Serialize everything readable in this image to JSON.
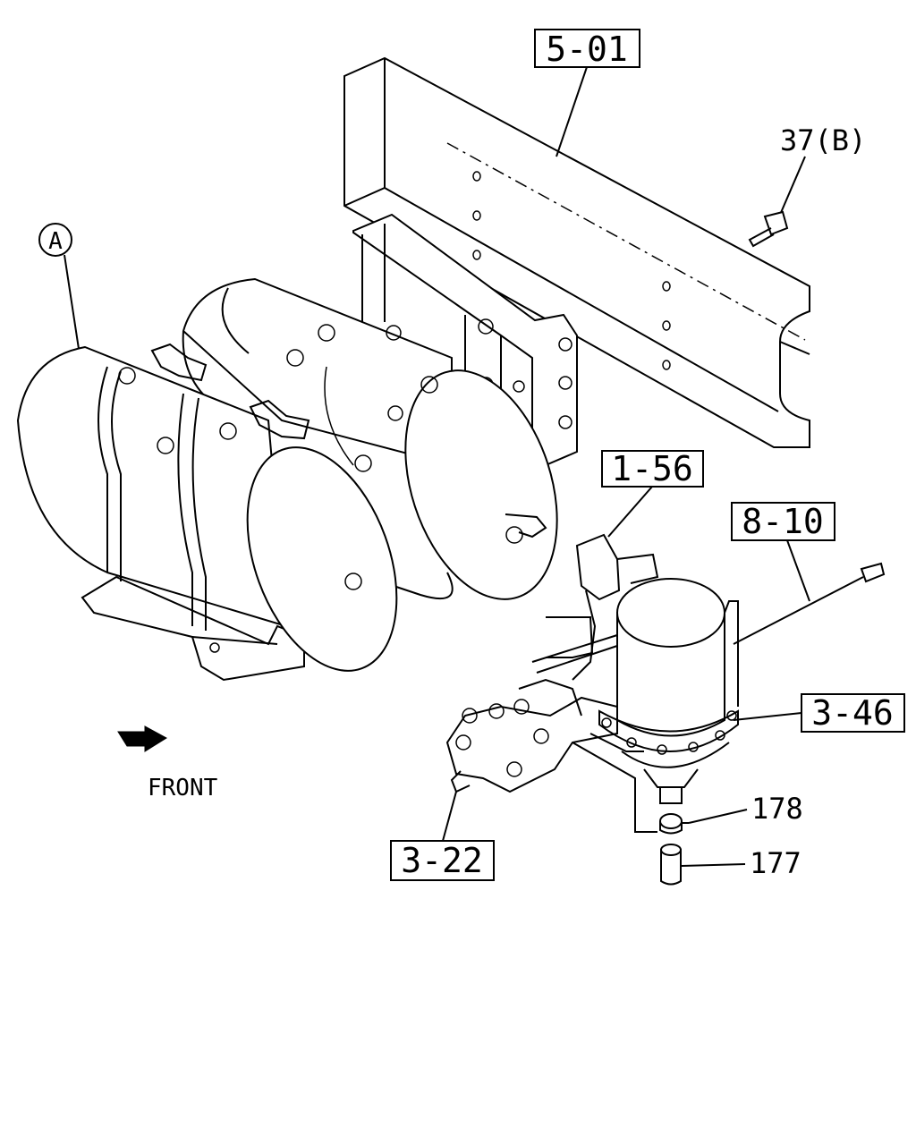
{
  "callouts": {
    "frame": "5-01",
    "bolt": "37(B)",
    "circle": "A",
    "valve": "1-56",
    "harness": "8-10",
    "dryer": "3-46",
    "fitting_178": "178",
    "pipe_177": "177",
    "manifold": "3-22"
  },
  "direction": {
    "label": "FRONT"
  }
}
